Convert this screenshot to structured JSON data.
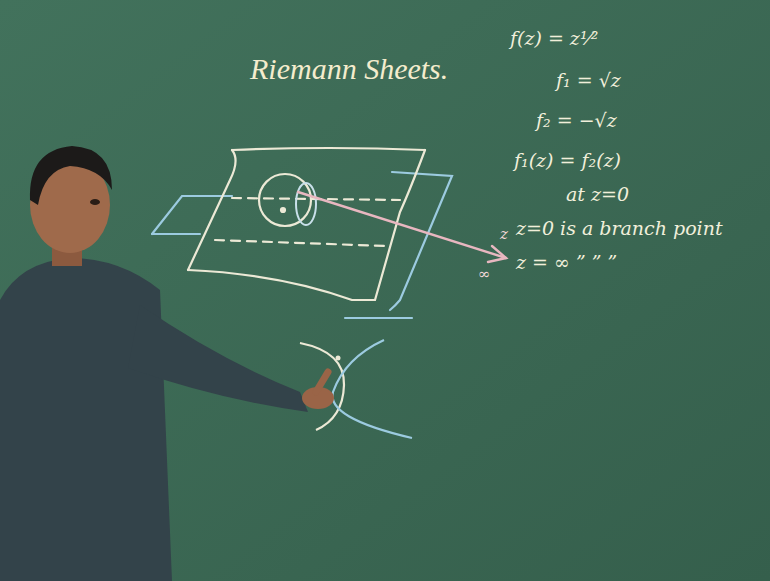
{
  "diagram": {
    "title": "Riemann Sheets.",
    "labels": [
      "f(z) = z¹⁄²",
      "f₁ = √z",
      "f₂ = −√z",
      "f₁(z) = f₂(z)",
      "at z=0",
      "z=0 is a branch point",
      "z = ∞ ” ” ”",
      "z",
      "∞"
    ]
  }
}
